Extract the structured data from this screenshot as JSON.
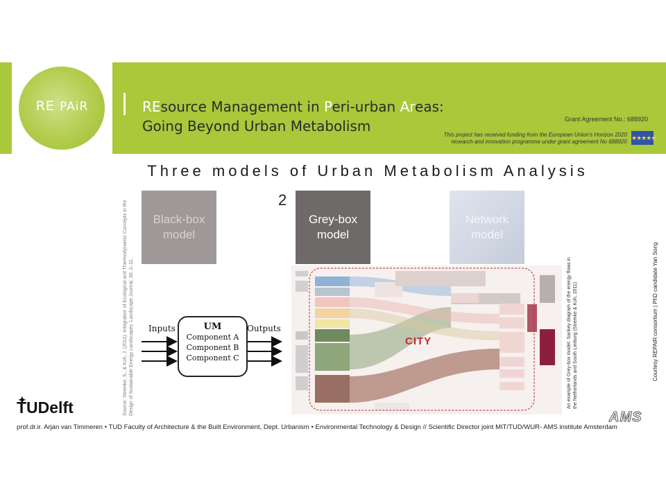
{
  "header": {
    "logo_re": "RE",
    "logo_pair": "PAiR",
    "title_line1_hl1": "RE",
    "title_line1_rest1": "source Management in ",
    "title_line1_hl2": "P",
    "title_line1_rest2": "eri-urban ",
    "title_line1_hl3": "Ar",
    "title_line1_rest3": "eas:",
    "title_line2": "Going Beyond Urban Metabolism",
    "grant": "Grant Agreement No.: 688920",
    "funding_line1": "This project has received funding from the European Union's Horizon 2020",
    "funding_line2": "research and innovation programme under grant agreement No 688920",
    "eu_flag_icon": "eu-flag-icon"
  },
  "slide": {
    "title": "Three models of Urban Metabolism Analysis",
    "number": "2"
  },
  "models": {
    "black_box": "Black-box\nmodel",
    "grey_box": "Grey-box\nmodel",
    "network": "Network\nmodel"
  },
  "um_diagram": {
    "inputs": "Inputs",
    "outputs": "Outputs",
    "title": "UM",
    "component_a": "Component A",
    "component_b": "Component B",
    "component_c": "Component C"
  },
  "sankey": {
    "city_label": "CITY"
  },
  "side_texts": {
    "source": "Source: Stremke, S., & Koh, J. (2011). Integration of Ecological and Thermodynamic Concepts in the Design of Sustainable Energy Landscapes. Landscape Journal, 30, 2–11.",
    "example": "An example of Grey-box model: Sankey diagram of the energy flows in the Netherlands and South Limburg (Stremke & Koh, 2011)",
    "courtesy": "Courtesy REPAIR consortium | PhD candidate Yan Song"
  },
  "footer": {
    "tu_logo": "TUDelft",
    "credit": "prof.dr.ir. Arjan van Timmeren • TUD Faculty of Architecture & the Built Environment, Dept. Urbanism • Environmental Technology & Design  // Scientific Director joint MIT/TUD/WUR- AMS institute Amsterdam",
    "ams_logo": "AMS"
  }
}
